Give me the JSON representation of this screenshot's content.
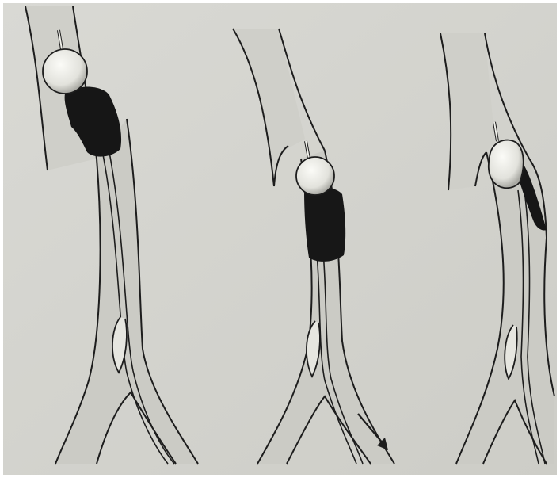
{
  "figure": {
    "panels": [
      {
        "id": "panel-1",
        "stage": "balloon-inflated-clot-above"
      },
      {
        "id": "panel-2",
        "stage": "clot-drawn-into-vessel"
      },
      {
        "id": "panel-3",
        "stage": "balloon-withdrawn-clot-removed"
      }
    ]
  },
  "colors": {
    "paper": "#d6d6d1",
    "paper_dark": "#c6c6c0",
    "vessel_fill": "#cdcdc7",
    "line": "#1d1d1d",
    "clot": "#1a1a1a",
    "balloon": "#ecece6",
    "frame": "#ffffff"
  }
}
